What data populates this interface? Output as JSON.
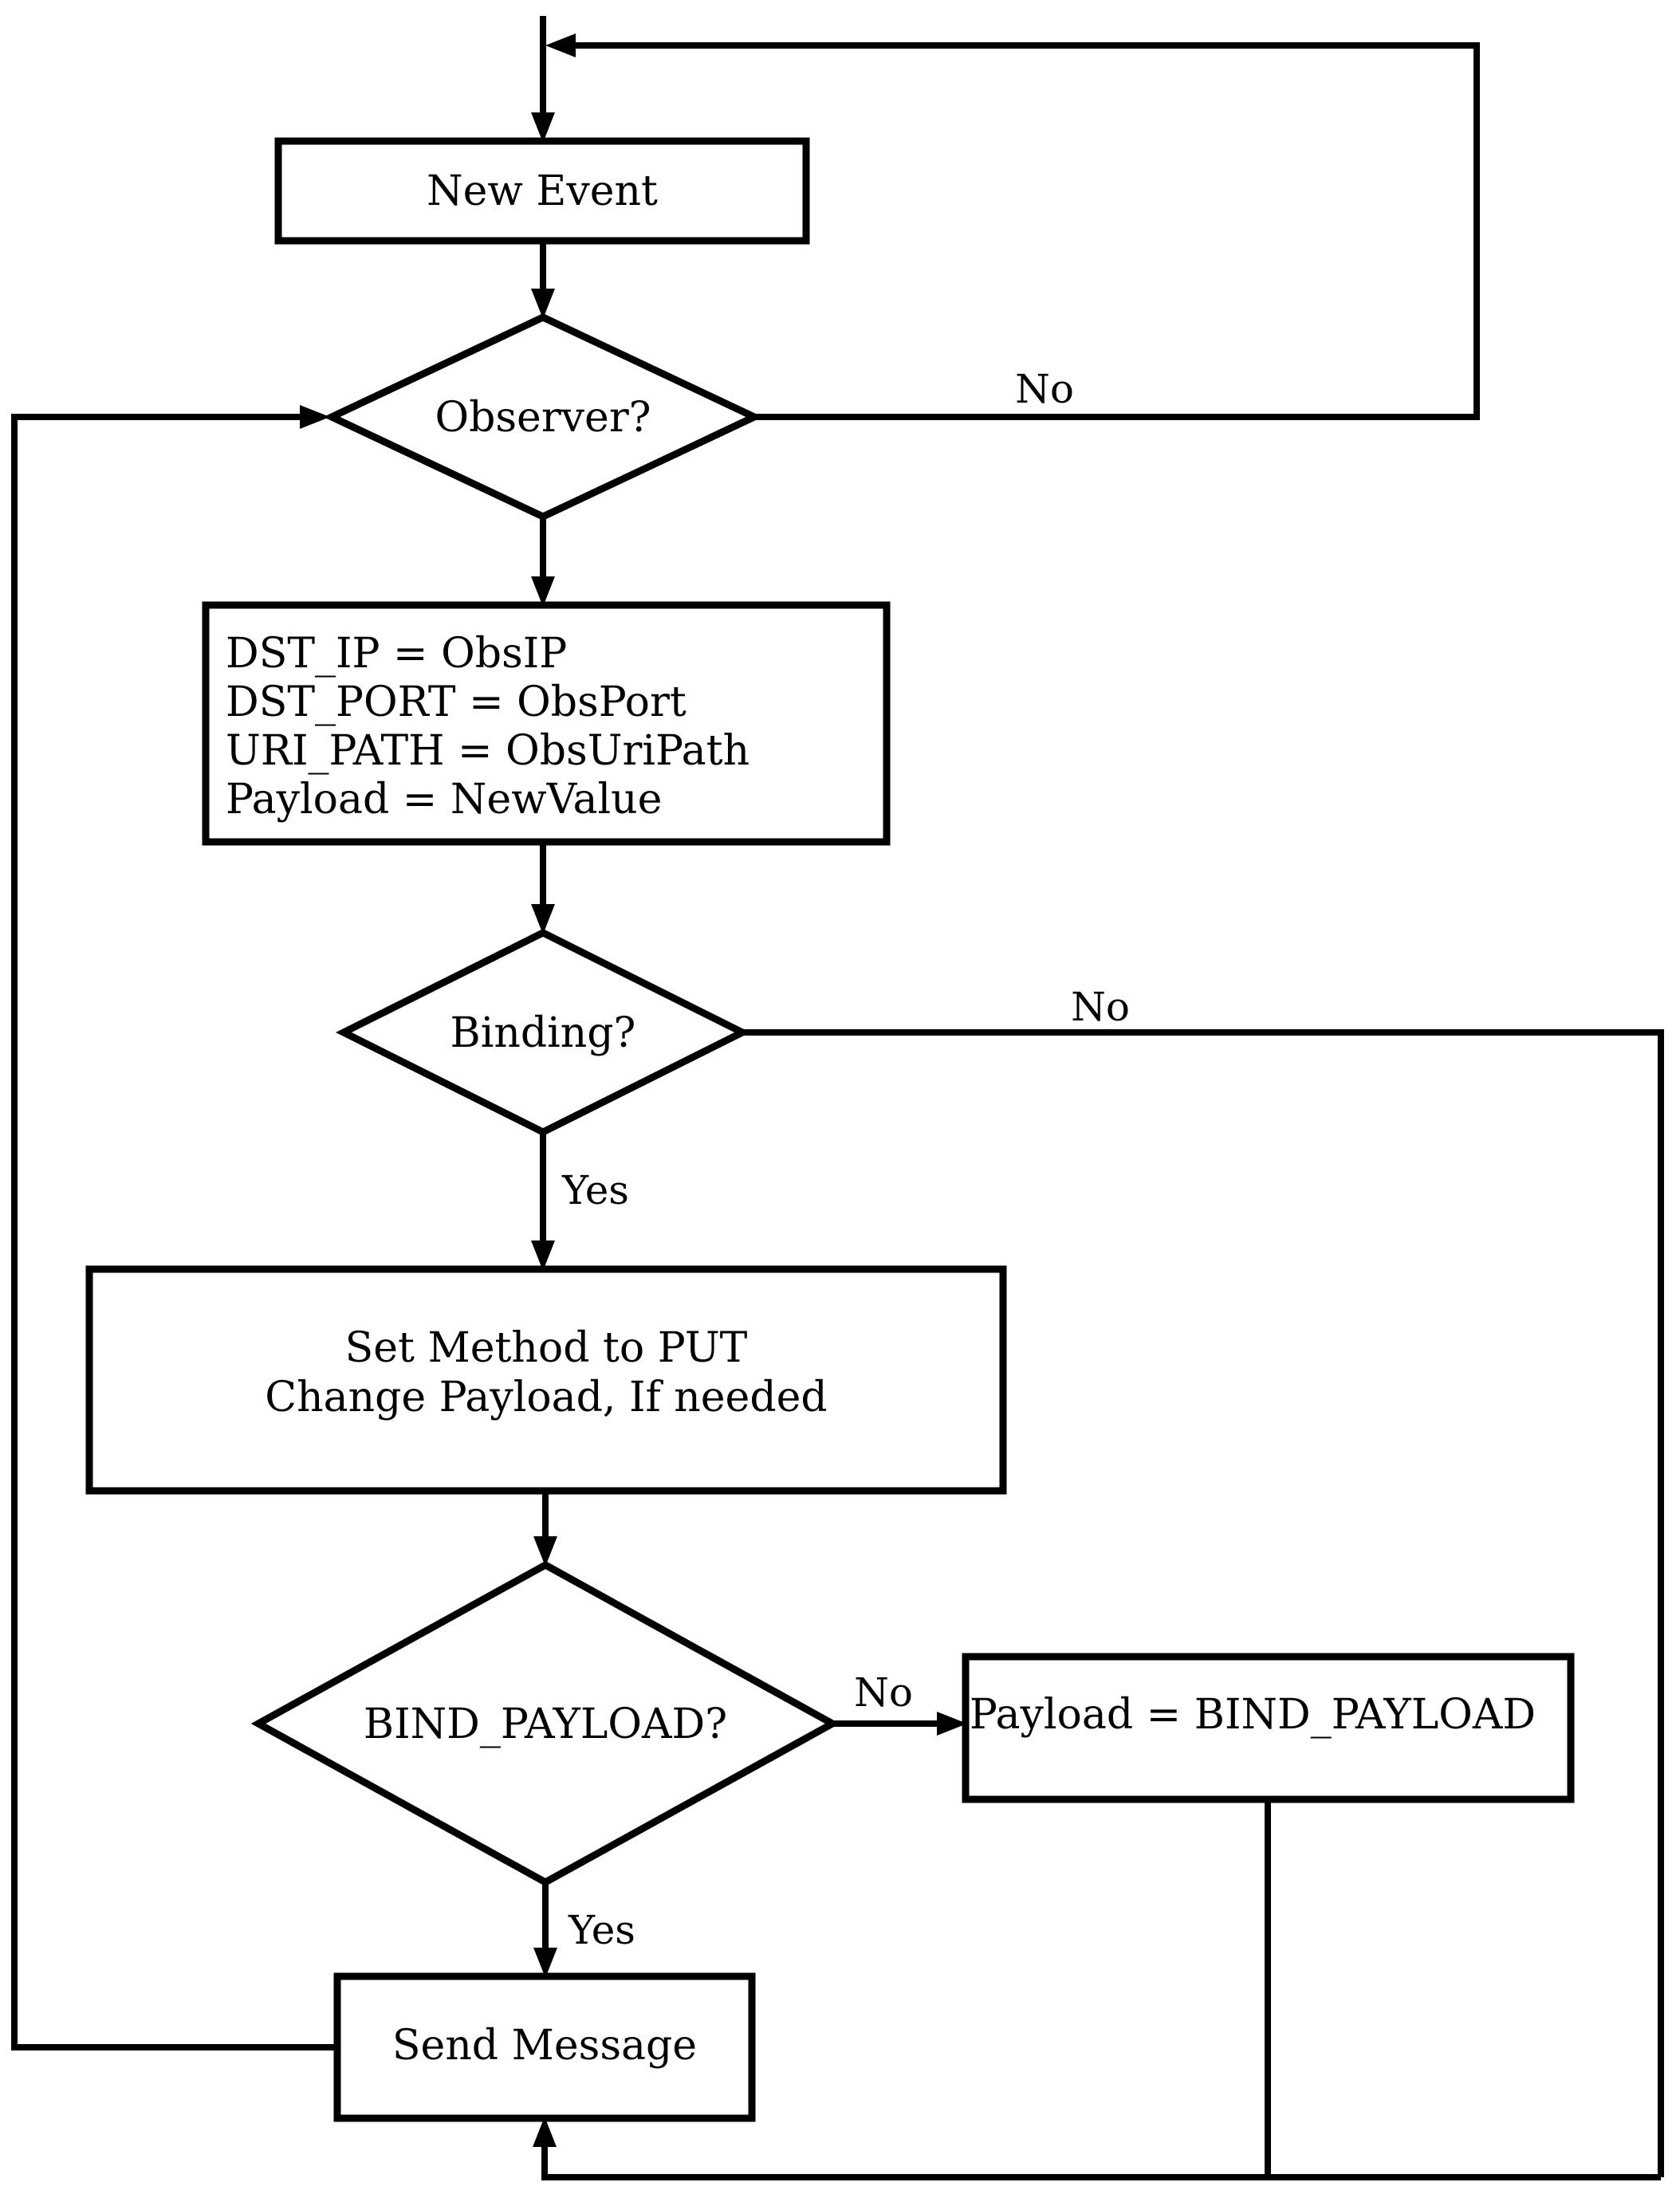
{
  "diagram": {
    "colors": {
      "stroke": "#000000",
      "background": "#ffffff",
      "text": "#000000"
    },
    "nodes": {
      "new_event": {
        "label": "New Event"
      },
      "observer": {
        "label": "Observer?"
      },
      "set_params": {
        "line1": "DST_IP = ObsIP",
        "line2": "DST_PORT = ObsPort",
        "line3": "URI_PATH = ObsUriPath",
        "line4": "Payload = NewValue"
      },
      "binding": {
        "label": "Binding?"
      },
      "set_method": {
        "line1": "Set Method to PUT",
        "line2": "Change Payload, If needed"
      },
      "bind_payload": {
        "label": "BIND_PAYLOAD?"
      },
      "payload_assign": {
        "label": "Payload = BIND_PAYLOAD"
      },
      "send_message": {
        "label": "Send Message"
      }
    },
    "edge_labels": {
      "observer_no": "No",
      "binding_no": "No",
      "binding_yes": "Yes",
      "bind_payload_no": "No",
      "bind_payload_yes": "Yes"
    }
  }
}
